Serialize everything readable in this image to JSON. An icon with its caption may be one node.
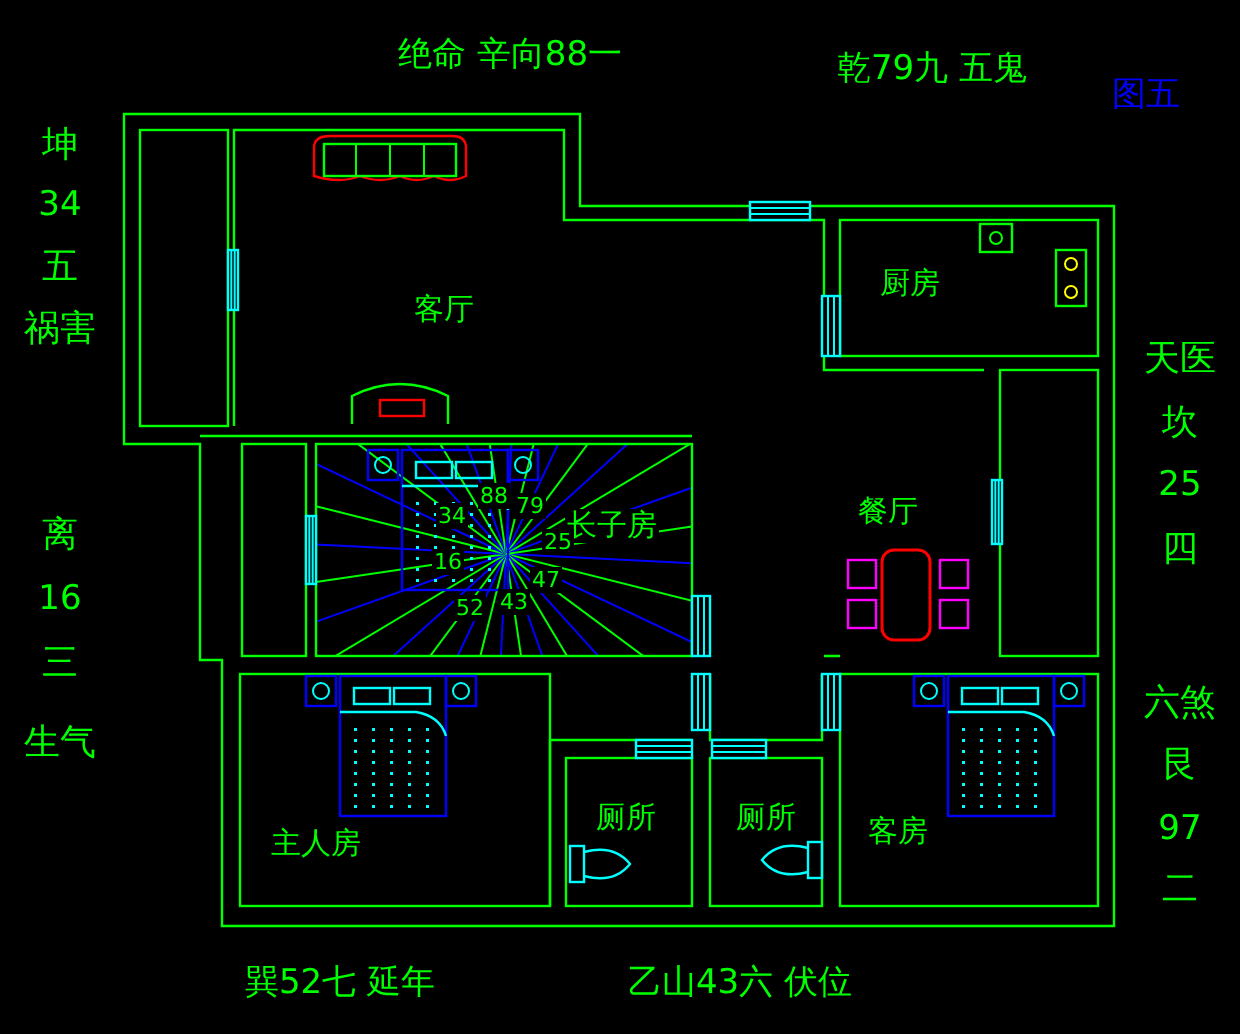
{
  "diagram": {
    "nodes": [
      {
        "text": [
          "客厅"
        ]
      },
      {
        "text": [
          "厨房"
        ]
      },
      {
        "text": [
          "长子房"
        ]
      },
      {
        "text": [
          "餐厅"
        ]
      },
      {
        "text": [
          "主人房"
        ]
      },
      {
        "text": [
          "厕所"
        ]
      },
      {
        "text": [
          "厕所"
        ]
      },
      {
        "text": [
          "客房"
        ]
      }
    ],
    "edges": [],
    "labels": [
      "绝命 辛向88一",
      "乾79九 五鬼",
      "图五",
      "坤",
      "34",
      "五",
      "祸害",
      "天医",
      "坎",
      "25",
      "四",
      "离",
      "16",
      "三",
      "生气",
      "六煞",
      "艮",
      "97",
      "二",
      "88",
      "34",
      "79",
      "25",
      "16",
      "47",
      "52",
      "43",
      "巽52七 延年",
      "乙山43六 伏位"
    ]
  }
}
